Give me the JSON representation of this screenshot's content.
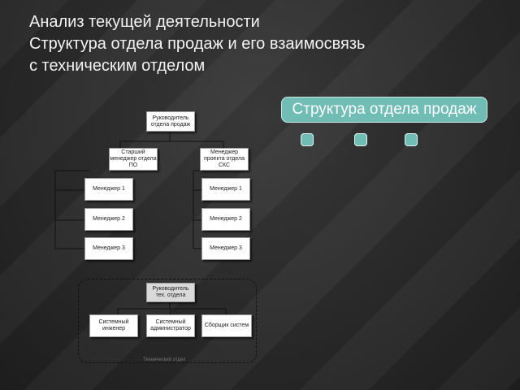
{
  "slide": {
    "title_lines": [
      "Анализ текущей деятельности",
      "Структура отдела продаж и его взаимосвязь",
      "с техническим отделом"
    ],
    "callout": "Структура отдела продаж",
    "colors": {
      "background": "#262626",
      "callout": "#6fbdb4",
      "box": "#ffffff",
      "tech_box": "#d9d9d9"
    }
  },
  "org_chart": {
    "head_sales": "Руководитель отдела продаж",
    "senior_manager_po": "Старший менеджер отдела ПО",
    "project_manager_sks": "Менеджер проекта отдела СКС",
    "left_managers": [
      "Менеджер 1",
      "Менеджер 2",
      "Менеджер 3"
    ],
    "right_managers": [
      "Менеджер 1",
      "Менеджер 2",
      "Менеджер 3"
    ],
    "head_tech": "Руководитель тех. отдела",
    "tech_staff": [
      "Системный инженер",
      "Системный администратор",
      "Сборщик систем"
    ],
    "tech_group_label": "Технический отдел"
  }
}
